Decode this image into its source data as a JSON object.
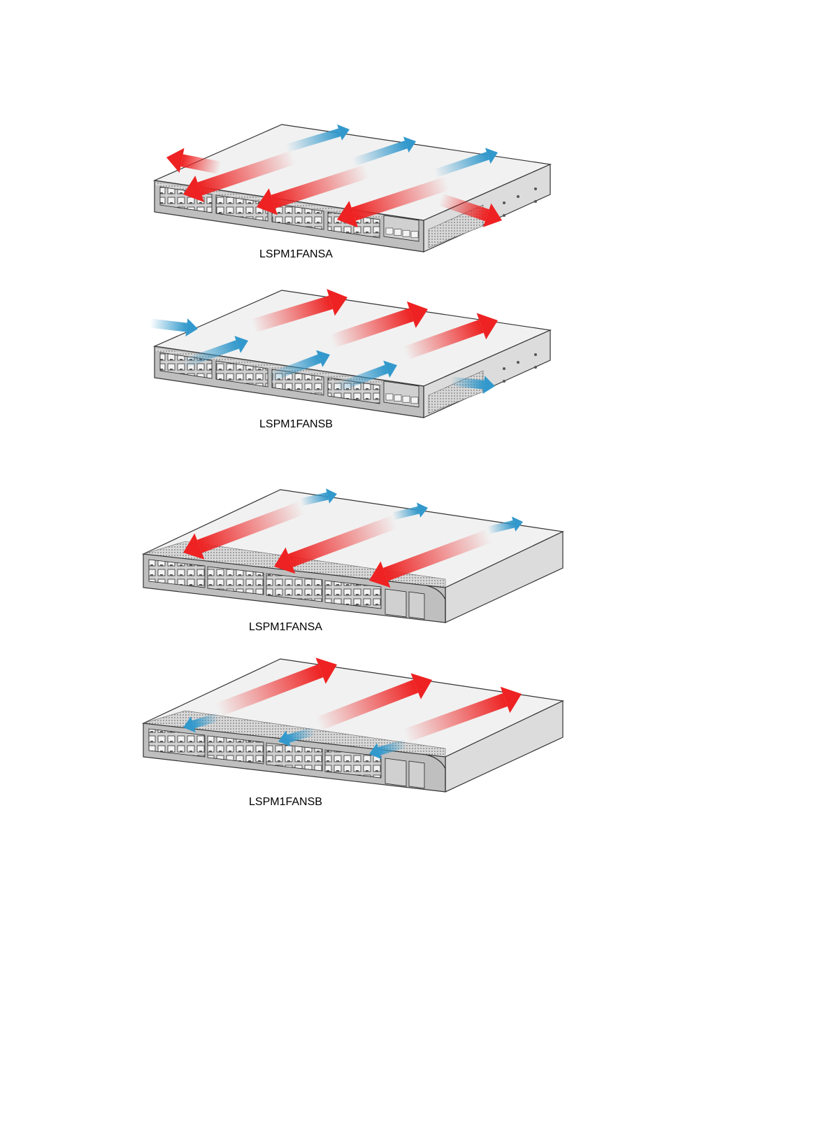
{
  "figures": [
    {
      "id": "fig1",
      "caption": "LSPM1FANSA",
      "model": "type1",
      "airflow": "A"
    },
    {
      "id": "fig2",
      "caption": "LSPM1FANSB",
      "model": "type1",
      "airflow": "B"
    },
    {
      "id": "fig3",
      "caption": "LSPM1FANSA",
      "model": "type2",
      "airflow": "A"
    },
    {
      "id": "fig4",
      "caption": "LSPM1FANSB",
      "model": "type2",
      "airflow": "B"
    }
  ],
  "colors": {
    "hot_air": "#ee2222",
    "cool_air": "#3399cc",
    "chassis_top": "#f1f1f1",
    "chassis_side": "#dcdcdc",
    "front_panel": "#bfbfbf",
    "outline": "#333333"
  }
}
